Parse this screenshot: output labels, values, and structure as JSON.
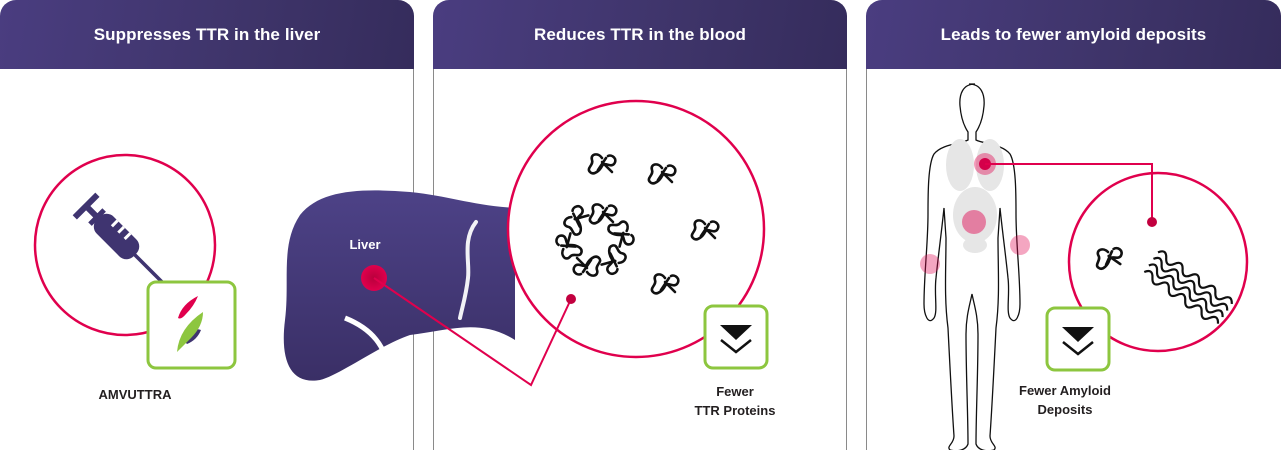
{
  "panels": [
    {
      "title": "Suppresses TTR in the liver",
      "product_label": "AMVUTTRA"
    },
    {
      "title": "Reduces TTR in the blood",
      "organ_label": "Liver",
      "result_line1": "Fewer",
      "result_line2": "TTR Proteins"
    },
    {
      "title": "Leads to fewer amyloid deposits",
      "result_line1": "Fewer Amyloid",
      "result_line2": "Deposits"
    }
  ],
  "icons": [
    "syringe-icon",
    "amvuttra-logo-icon",
    "liver-illustration",
    "ttr-protein-icon",
    "decrease-chevron-icon",
    "human-body-icon",
    "amyloid-fibril-icon"
  ],
  "colors": {
    "header": "#3e3469",
    "accent_pink": "#e0004d",
    "accent_green": "#8dc63f",
    "liver": "#3f3470"
  }
}
